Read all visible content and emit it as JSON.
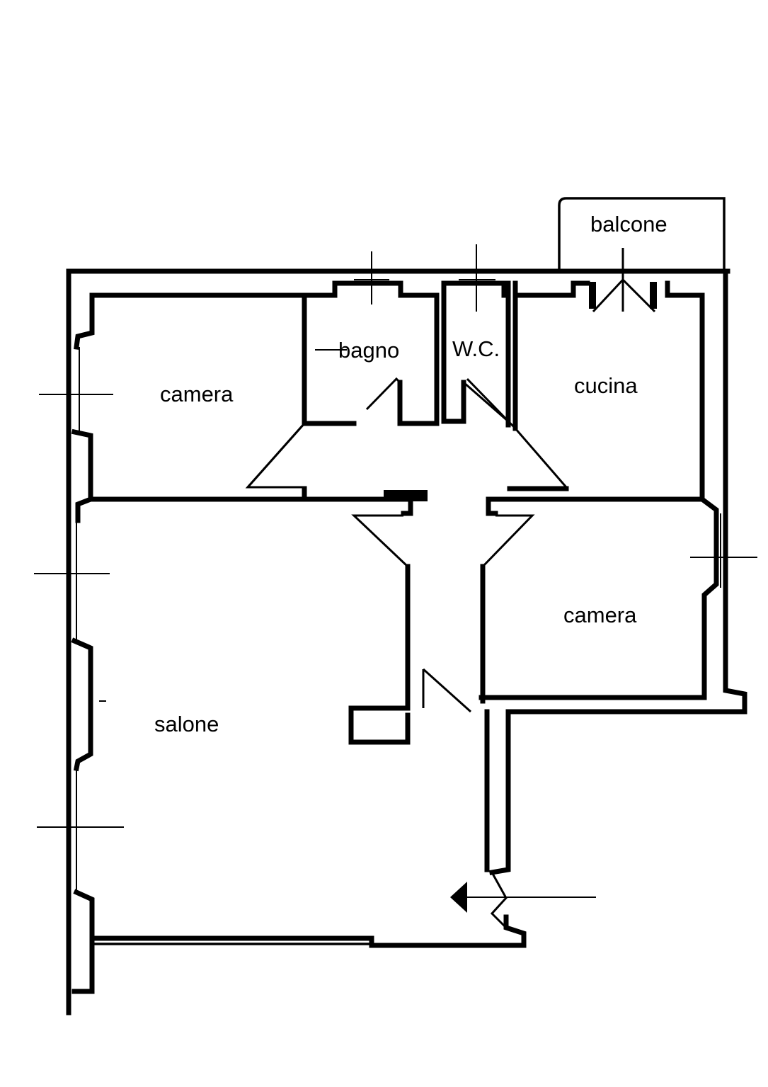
{
  "rooms": {
    "balcone": "balcone",
    "bagno": "bagno",
    "wc": "W.C.",
    "cucina": "cucina",
    "camera_nw": "camera",
    "camera_east": "camera",
    "salone": "salone"
  },
  "colors": {
    "ink": "#000000",
    "paper": "#ffffff"
  }
}
